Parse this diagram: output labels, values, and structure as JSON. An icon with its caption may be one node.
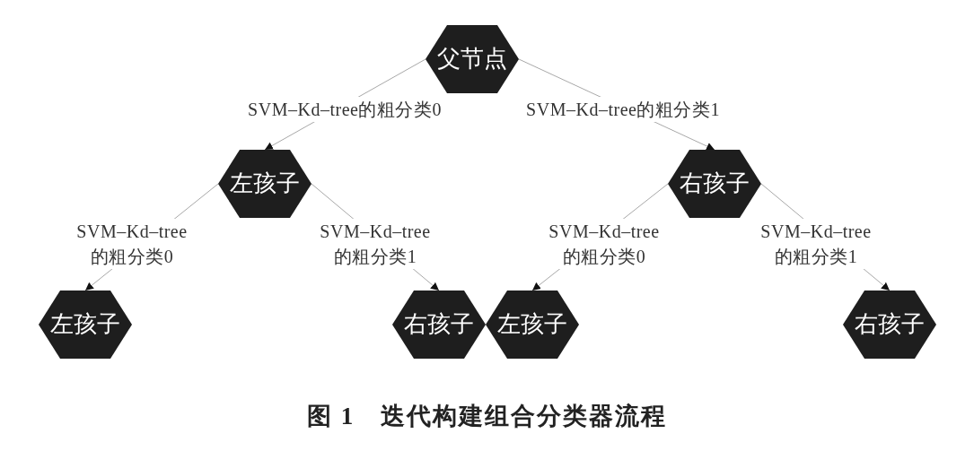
{
  "diagram": {
    "caption": "图 1　迭代构建组合分类器流程",
    "nodes": [
      {
        "text": [
          "父节点"
        ]
      },
      {
        "text": [
          "左孩子"
        ]
      },
      {
        "text": [
          "右孩子"
        ]
      },
      {
        "text": [
          "左孩子"
        ]
      },
      {
        "text": [
          "右孩子"
        ]
      },
      {
        "text": [
          "左孩子"
        ]
      },
      {
        "text": [
          "右孩子"
        ]
      }
    ],
    "edges": [
      {
        "from": 0,
        "to": 1,
        "arrow": "to",
        "label": "SVM–Kd–tree的粗分类0"
      },
      {
        "from": 0,
        "to": 2,
        "arrow": "to",
        "label": "SVM–Kd–tree的粗分类1"
      },
      {
        "from": 1,
        "to": 3,
        "arrow": "to",
        "label": "SVM–Kd–tree的粗分类0"
      },
      {
        "from": 1,
        "to": 4,
        "arrow": "to",
        "label": "SVM–Kd–tree的粗分类1"
      },
      {
        "from": 2,
        "to": 5,
        "arrow": "to",
        "label": "SVM–Kd–tree的粗分类0"
      },
      {
        "from": 2,
        "to": 6,
        "arrow": "to",
        "label": "SVM–Kd–tree的粗分类1"
      }
    ]
  }
}
